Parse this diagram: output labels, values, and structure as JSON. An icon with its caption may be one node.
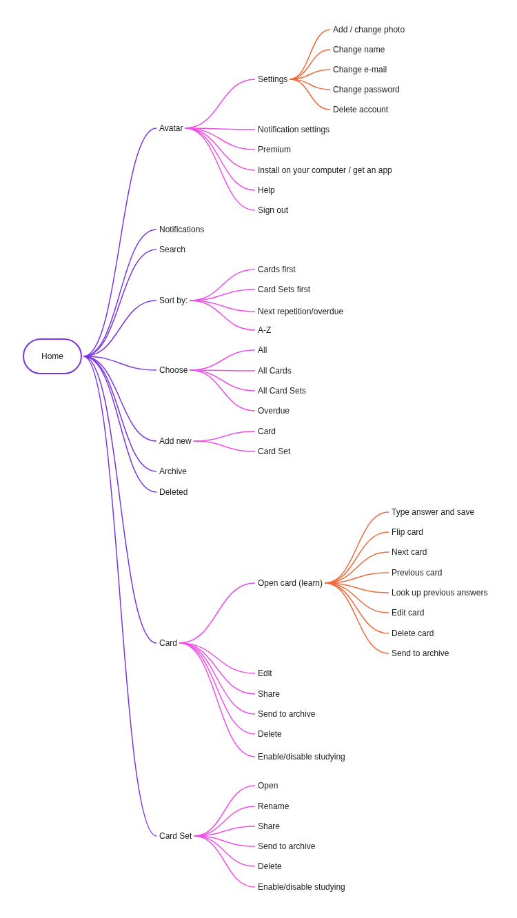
{
  "diagram": {
    "nodes": [
      {
        "text": [
          "Home"
        ]
      },
      {
        "text": [
          "Avatar"
        ]
      },
      {
        "text": [
          "Settings"
        ]
      },
      {
        "text": [
          "Add / change photo"
        ]
      },
      {
        "text": [
          "Change name"
        ]
      },
      {
        "text": [
          "Change e-mail"
        ]
      },
      {
        "text": [
          "Change password"
        ]
      },
      {
        "text": [
          "Delete account"
        ]
      },
      {
        "text": [
          "Notification settings"
        ]
      },
      {
        "text": [
          "Premium"
        ]
      },
      {
        "text": [
          "Install on your computer / get an app"
        ]
      },
      {
        "text": [
          "Help"
        ]
      },
      {
        "text": [
          "Sign out"
        ]
      },
      {
        "text": [
          "Notifications"
        ]
      },
      {
        "text": [
          "Search"
        ]
      },
      {
        "text": [
          "Sort by:"
        ]
      },
      {
        "text": [
          "Cards first"
        ]
      },
      {
        "text": [
          "Card Sets first"
        ]
      },
      {
        "text": [
          "Next repetition/overdue"
        ]
      },
      {
        "text": [
          "A-Z"
        ]
      },
      {
        "text": [
          "Choose"
        ]
      },
      {
        "text": [
          "All"
        ]
      },
      {
        "text": [
          "All Cards"
        ]
      },
      {
        "text": [
          "All Card Sets"
        ]
      },
      {
        "text": [
          "Overdue"
        ]
      },
      {
        "text": [
          "Add new"
        ]
      },
      {
        "text": [
          "Card"
        ]
      },
      {
        "text": [
          "Card Set"
        ]
      },
      {
        "text": [
          "Archive"
        ]
      },
      {
        "text": [
          "Deleted"
        ]
      },
      {
        "text": [
          "Card"
        ]
      },
      {
        "text": [
          "Open card (learn)"
        ]
      },
      {
        "text": [
          "Type answer and save"
        ]
      },
      {
        "text": [
          "Flip card"
        ]
      },
      {
        "text": [
          "Next card"
        ]
      },
      {
        "text": [
          "Previous card"
        ]
      },
      {
        "text": [
          "Look up previous answers"
        ]
      },
      {
        "text": [
          "Edit card"
        ]
      },
      {
        "text": [
          "Delete card"
        ]
      },
      {
        "text": [
          "Send to archive"
        ]
      },
      {
        "text": [
          "Edit"
        ]
      },
      {
        "text": [
          "Share"
        ]
      },
      {
        "text": [
          "Send to archive"
        ]
      },
      {
        "text": [
          "Delete"
        ]
      },
      {
        "text": [
          "Enable/disable studying"
        ]
      },
      {
        "text": [
          "Card Set"
        ]
      },
      {
        "text": [
          "Open"
        ]
      },
      {
        "text": [
          "Rename"
        ]
      },
      {
        "text": [
          "Share"
        ]
      },
      {
        "text": [
          "Send to archive"
        ]
      },
      {
        "text": [
          "Delete"
        ]
      },
      {
        "text": [
          "Enable/disable studying"
        ]
      }
    ],
    "edges": [
      {
        "from": 0,
        "to": 1,
        "arrow": "none",
        "color": "#7b35e0"
      },
      {
        "from": 1,
        "to": 2,
        "arrow": "none"
      },
      {
        "from": 2,
        "to": 3,
        "arrow": "none",
        "color": "#f0693a"
      },
      {
        "from": 2,
        "to": 4,
        "arrow": "none",
        "color": "#f0693a"
      },
      {
        "from": 2,
        "to": 5,
        "arrow": "none",
        "color": "#f0693a"
      },
      {
        "from": 2,
        "to": 6,
        "arrow": "none",
        "color": "#f0693a"
      },
      {
        "from": 2,
        "to": 7,
        "arrow": "none",
        "color": "#f0693a"
      },
      {
        "from": 1,
        "to": 8,
        "arrow": "none"
      },
      {
        "from": 1,
        "to": 9,
        "arrow": "none"
      },
      {
        "from": 1,
        "to": 10,
        "arrow": "none"
      },
      {
        "from": 1,
        "to": 11,
        "arrow": "none"
      },
      {
        "from": 1,
        "to": 12,
        "arrow": "none"
      },
      {
        "from": 0,
        "to": 13,
        "arrow": "none",
        "color": "#7b35e0"
      },
      {
        "from": 0,
        "to": 14,
        "arrow": "none",
        "color": "#7b35e0"
      },
      {
        "from": 0,
        "to": 15,
        "arrow": "none",
        "color": "#7b35e0"
      },
      {
        "from": 15,
        "to": 16,
        "arrow": "none"
      },
      {
        "from": 15,
        "to": 17,
        "arrow": "none"
      },
      {
        "from": 15,
        "to": 18,
        "arrow": "none"
      },
      {
        "from": 15,
        "to": 19,
        "arrow": "none"
      },
      {
        "from": 0,
        "to": 20,
        "arrow": "none",
        "color": "#7b35e0"
      },
      {
        "from": 20,
        "to": 21,
        "arrow": "none"
      },
      {
        "from": 20,
        "to": 22,
        "arrow": "none"
      },
      {
        "from": 20,
        "to": 23,
        "arrow": "none"
      },
      {
        "from": 20,
        "to": 24,
        "arrow": "none"
      },
      {
        "from": 0,
        "to": 25,
        "arrow": "none",
        "color": "#7b35e0"
      },
      {
        "from": 25,
        "to": 26,
        "arrow": "none"
      },
      {
        "from": 25,
        "to": 27,
        "arrow": "none"
      },
      {
        "from": 0,
        "to": 28,
        "arrow": "none",
        "color": "#7b35e0"
      },
      {
        "from": 0,
        "to": 29,
        "arrow": "none",
        "color": "#7b35e0"
      },
      {
        "from": 0,
        "to": 30,
        "arrow": "none",
        "color": "#7b35e0"
      },
      {
        "from": 30,
        "to": 31,
        "arrow": "none"
      },
      {
        "from": 31,
        "to": 32,
        "arrow": "none",
        "color": "#f0693a"
      },
      {
        "from": 31,
        "to": 33,
        "arrow": "none",
        "color": "#f0693a"
      },
      {
        "from": 31,
        "to": 34,
        "arrow": "none",
        "color": "#f0693a"
      },
      {
        "from": 31,
        "to": 35,
        "arrow": "none",
        "color": "#f0693a"
      },
      {
        "from": 31,
        "to": 36,
        "arrow": "none",
        "color": "#f0693a"
      },
      {
        "from": 31,
        "to": 37,
        "arrow": "none",
        "color": "#f0693a"
      },
      {
        "from": 31,
        "to": 38,
        "arrow": "none",
        "color": "#f0693a"
      },
      {
        "from": 31,
        "to": 39,
        "arrow": "none",
        "color": "#f0693a"
      },
      {
        "from": 30,
        "to": 40,
        "arrow": "none"
      },
      {
        "from": 30,
        "to": 41,
        "arrow": "none"
      },
      {
        "from": 30,
        "to": 42,
        "arrow": "none"
      },
      {
        "from": 30,
        "to": 43,
        "arrow": "none"
      },
      {
        "from": 30,
        "to": 44,
        "arrow": "none"
      },
      {
        "from": 0,
        "to": 45,
        "arrow": "none",
        "color": "#7b35e0"
      },
      {
        "from": 45,
        "to": 46,
        "arrow": "none"
      },
      {
        "from": 45,
        "to": 47,
        "arrow": "none"
      },
      {
        "from": 45,
        "to": 48,
        "arrow": "none"
      },
      {
        "from": 45,
        "to": 49,
        "arrow": "none"
      },
      {
        "from": 45,
        "to": 50,
        "arrow": "none"
      },
      {
        "from": 45,
        "to": 51,
        "arrow": "none"
      }
    ]
  }
}
